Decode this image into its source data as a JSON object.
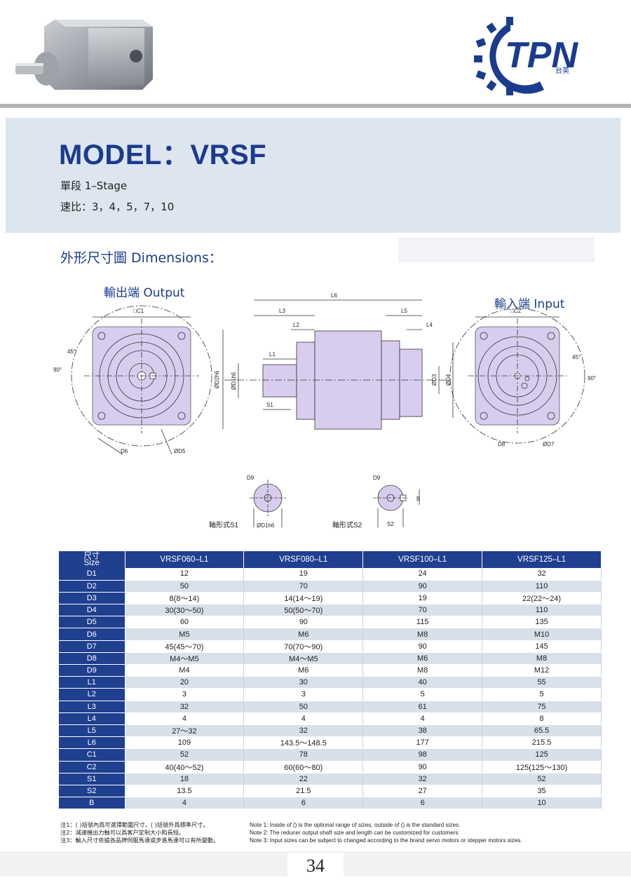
{
  "brand": {
    "logo_text": "TPN",
    "logo_sub": "台英",
    "accent": "#1a3c8e"
  },
  "model": {
    "title": "MODEL：VRSF",
    "stage": "單段 1–Stage",
    "ratios": "速比：3，4，5，7，10"
  },
  "dimensions": {
    "heading": "外形尺寸圖 Dimensions：",
    "output_label": "輸出端 Output",
    "input_label": "輸入端 Input",
    "labels": {
      "c1": "□C1",
      "c2": "□C2",
      "angle45": "45°",
      "angle90": "90°",
      "d1h6": "ØD1h6",
      "d2h6": "ØD2h6",
      "d3": "ØD3",
      "d4": "ØD4",
      "d5": "ØD5",
      "d6": "D6",
      "d7": "ØD7",
      "d8": "D8",
      "d9": "D9",
      "l1": "L1",
      "l2": "L2",
      "l3": "L3",
      "l4": "L4",
      "l5": "L5",
      "l6": "L6",
      "s1": "S1",
      "s2": "S2",
      "b": "B",
      "shaft_s1": "軸形式S1",
      "shaft_s2": "軸形式S2"
    }
  },
  "table": {
    "header_cell": [
      "尺寸",
      "Size"
    ],
    "columns": [
      "VRSF060–L1",
      "VRSF080–L1",
      "VRSF100–L1",
      "VRSF125–L1"
    ],
    "rows": [
      {
        "label": "D1",
        "values": [
          "12",
          "19",
          "24",
          "32"
        ]
      },
      {
        "label": "D2",
        "values": [
          "50",
          "70",
          "90",
          "110"
        ]
      },
      {
        "label": "D3",
        "values": [
          "8(8～14)",
          "14(14～19)",
          "19",
          "22(22～24)"
        ]
      },
      {
        "label": "D4",
        "values": [
          "30(30～50)",
          "50(50～70)",
          "70",
          "110"
        ]
      },
      {
        "label": "D5",
        "values": [
          "60",
          "90",
          "115",
          "135"
        ]
      },
      {
        "label": "D6",
        "values": [
          "M5",
          "M6",
          "M8",
          "M10"
        ]
      },
      {
        "label": "D7",
        "values": [
          "45(45～70)",
          "70(70～90)",
          "90",
          "145"
        ]
      },
      {
        "label": "D8",
        "values": [
          "M4～M5",
          "M4～M5",
          "M6",
          "M8"
        ]
      },
      {
        "label": "D9",
        "values": [
          "M4",
          "M6",
          "M8",
          "M12"
        ]
      },
      {
        "label": "L1",
        "values": [
          "20",
          "30",
          "40",
          "55"
        ]
      },
      {
        "label": "L2",
        "values": [
          "3",
          "3",
          "5",
          "5"
        ]
      },
      {
        "label": "L3",
        "values": [
          "32",
          "50",
          "61",
          "75"
        ]
      },
      {
        "label": "L4",
        "values": [
          "4",
          "4",
          "4",
          "8"
        ]
      },
      {
        "label": "L5",
        "values": [
          "27～32",
          "32",
          "38",
          "65.5"
        ]
      },
      {
        "label": "L6",
        "values": [
          "109",
          "143.5～148.5",
          "177",
          "215.5"
        ]
      },
      {
        "label": "C1",
        "values": [
          "52",
          "78",
          "98",
          "125"
        ]
      },
      {
        "label": "C2",
        "values": [
          "40(40～52)",
          "60(60～80)",
          "90",
          "125(125～130)"
        ]
      },
      {
        "label": "S1",
        "values": [
          "18",
          "22",
          "32",
          "52"
        ]
      },
      {
        "label": "S2",
        "values": [
          "13.5",
          "21.5",
          "27",
          "35"
        ]
      },
      {
        "label": "B",
        "values": [
          "4",
          "6",
          "6",
          "10"
        ]
      }
    ]
  },
  "notes": {
    "zh": [
      "注1：( )括號內爲可選擇範圍尺寸，( )括號外爲標準尺寸。",
      "注2：減速機出力軸可以爲客户定制大小和長短。",
      "注3：輸入尺寸依據各品牌伺服馬達或步進馬達可以有所變動。"
    ],
    "en": [
      "Note 1: Inside of () is the optional range of sizes, outside of () is the standard sizes.",
      "Note 2: The reducer output shaft size and length can be customized for customers.",
      "Note 3: Input sizes can be subject to changed according to the brand servo motors or stepper motors sizes."
    ]
  },
  "page_number": "34"
}
